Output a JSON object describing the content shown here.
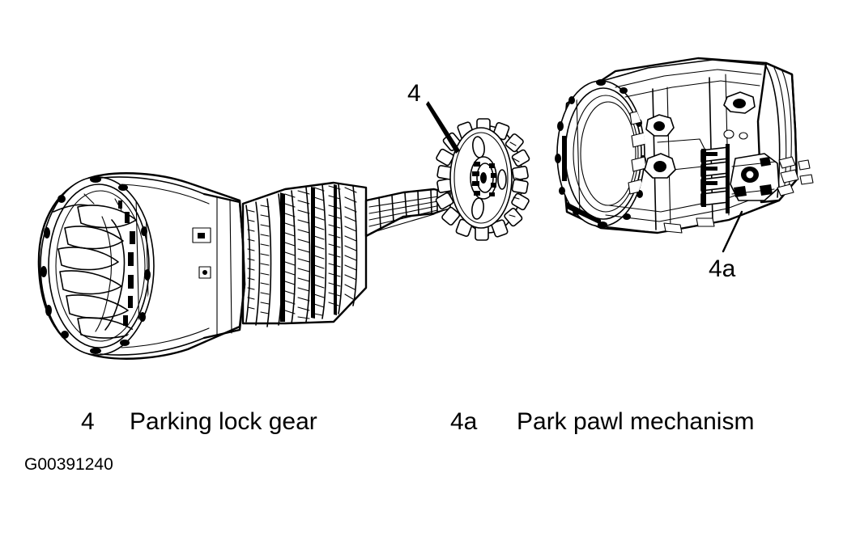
{
  "figure": {
    "id_label": "G00391240",
    "background_color": "#ffffff",
    "line_color": "#000000",
    "title": "Parking lock gear and park pawl mechanism exploded view"
  },
  "callouts": [
    {
      "key": "4",
      "label": "4",
      "points_to": "parking-lock-gear"
    },
    {
      "key": "4a",
      "label": "4a",
      "points_to": "park-pawl-mechanism"
    }
  ],
  "legend": [
    {
      "number": "4",
      "name": "Parking lock gear"
    },
    {
      "number": "4a",
      "name": "Park pawl mechanism"
    }
  ],
  "parts": [
    {
      "key": "transmission-front-assembly",
      "name": "Transmission bell housing with gear train and output shaft",
      "position": "left"
    },
    {
      "key": "parking-lock-gear",
      "name": "Parking lock gear",
      "position": "center",
      "teeth": 18,
      "lightening_holes": 3
    },
    {
      "key": "park-pawl-mechanism",
      "name": "Park pawl mechanism transmission case",
      "position": "right"
    }
  ],
  "icons": {
    "leader_line": "leader-line-icon",
    "arrow": "arrow-icon"
  }
}
